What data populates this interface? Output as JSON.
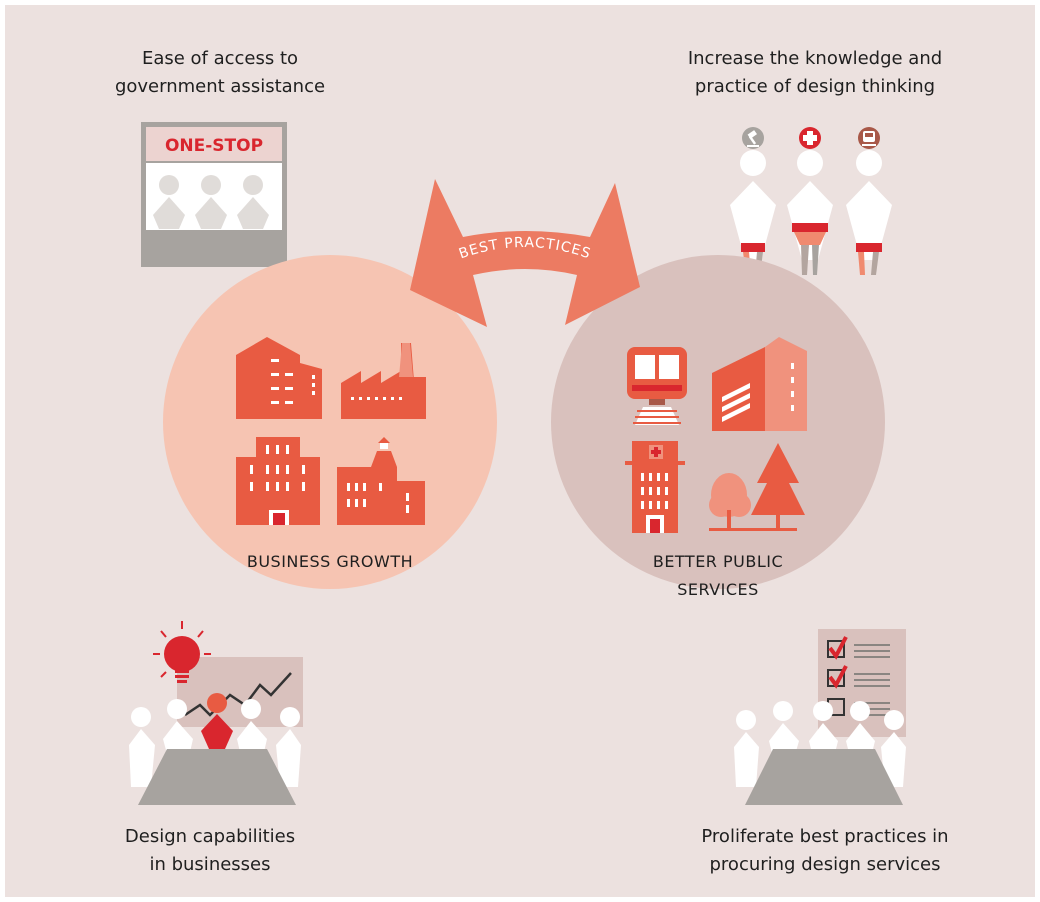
{
  "captions": {
    "top_left": [
      "Ease of access to",
      "government assistance"
    ],
    "top_right": [
      "Increase the knowledge and",
      "practice of design thinking"
    ],
    "bottom_left": [
      "Design capabilities",
      "in businesses"
    ],
    "bottom_right": [
      "Proliferate best practices in",
      "procuring design services"
    ]
  },
  "sign": {
    "label": "ONE-STOP"
  },
  "arrow": {
    "label": "BEST PRACTICES"
  },
  "circles": {
    "business": {
      "label": "BUSINESS GROWTH"
    },
    "public": {
      "label_line1": "BETTER PUBLIC",
      "label_line2": "SERVICES"
    }
  },
  "colors": {
    "background": "#ece1df",
    "business_circle": "#f6c4b2",
    "public_circle": "#d9c1bd",
    "building": "#e85b42",
    "building_light": "#f0927d",
    "accent_red": "#d9262e",
    "grey": "#a7a39f",
    "arrow": "#ec7b62"
  },
  "icons": [
    "one-stop-kiosk-icon",
    "officials-icon",
    "gavel-icon",
    "medical-cross-icon",
    "train-icon",
    "office-building-icon",
    "factory-icon",
    "hospital-icon",
    "trees-icon",
    "lightbulb-icon",
    "trend-chart-icon",
    "checklist-icon"
  ]
}
